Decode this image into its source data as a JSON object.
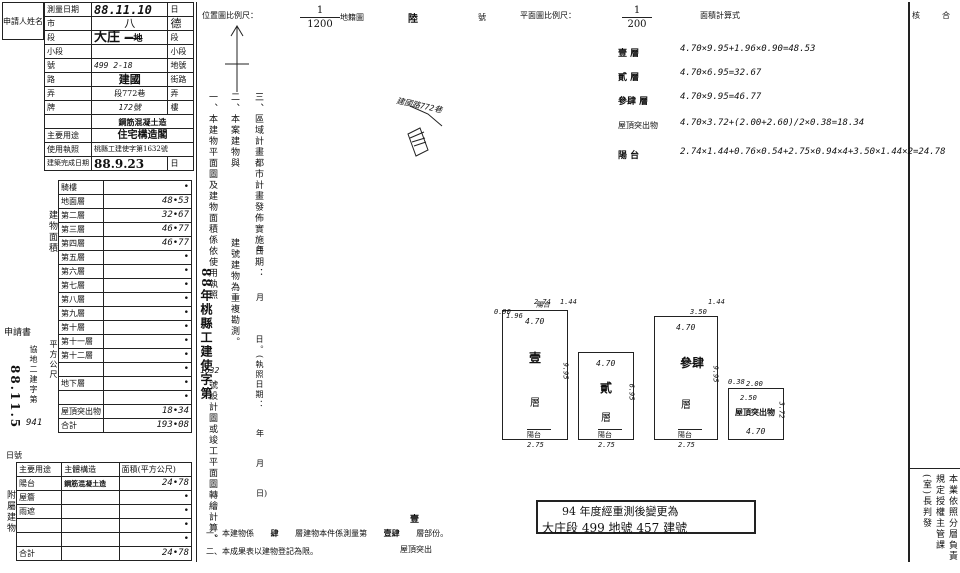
{
  "applicant": {
    "label": "申請人姓名"
  },
  "left_table": {
    "survey_date_label": "測量日期",
    "survey_date_value": "88.11.10",
    "survey_date_suffix": "日",
    "county": "市",
    "township": "八",
    "township2": "德",
    "section_label": "段",
    "section_value": "大庄",
    "section_struck": "一地",
    "section_suffix": "段",
    "subsection_label": "小段",
    "subsection_suffix": "小段",
    "lot_label": "號",
    "lot_value": "499 2-18",
    "lot_suffix": "地號",
    "road_label": "路",
    "road_value": "建國",
    "road_suffix": "街路",
    "lane_label": "弄",
    "lane_value": "段772巷",
    "lane_suffix": "弄",
    "number_label": "牌",
    "number_value": "172號",
    "number_suffix": "樓",
    "structure": "鋼筋混凝土造",
    "main_use_label": "主要用途",
    "main_use_value": "住宅構造閣",
    "license_label": "使用執照",
    "license_value": "桃縣工建使字第1632號",
    "completion_label": "建築完成日期",
    "completion_value": "88.9.23",
    "completion_suffix": "日",
    "floors": [
      {
        "name": "騎樓",
        "value": "•"
      },
      {
        "name": "地面層",
        "value": "48•53"
      },
      {
        "name": "第二層",
        "value": "32•67"
      },
      {
        "name": "第三層",
        "value": "46•77"
      },
      {
        "name": "第四層",
        "value": "46•77"
      },
      {
        "name": "第五層",
        "value": "•"
      },
      {
        "name": "第六層",
        "value": "•"
      },
      {
        "name": "第七層",
        "value": "•"
      },
      {
        "name": "第八層",
        "value": "•"
      },
      {
        "name": "第九層",
        "value": "•"
      },
      {
        "name": "第十層",
        "value": "•"
      },
      {
        "name": "第十一層",
        "value": "•"
      },
      {
        "name": "第十二層",
        "value": "•"
      },
      {
        "name": "",
        "value": "•"
      },
      {
        "name": "地下層",
        "value": "•"
      },
      {
        "name": "",
        "value": "•"
      },
      {
        "name": "屋頂突出物",
        "value": "18•34"
      },
      {
        "name": "合計",
        "value": "193•08"
      }
    ],
    "side_label_build": "建物面積",
    "side_label_app": "申請書",
    "side_label_date": "88.11.5",
    "side_label_num": "941",
    "side_label_day": "日號",
    "side_label_corr": "協地二建字第",
    "side_label_unit": "平方公尺",
    "aux_header": [
      "主要用途",
      "主體構造",
      "面積(平方公尺)"
    ],
    "aux_rows": [
      {
        "use": "陽台",
        "struct": "鋼筋混凝土造",
        "area": "24•78"
      },
      {
        "use": "屋簷",
        "struct": "",
        "area": "•"
      },
      {
        "use": "雨遮",
        "struct": "",
        "area": "•"
      },
      {
        "use": "",
        "struct": "",
        "area": "•"
      },
      {
        "use": "",
        "struct": "",
        "area": "•"
      },
      {
        "use": "合計",
        "struct": "",
        "area": "24•78"
      }
    ],
    "aux_side": "附屬建物"
  },
  "header": {
    "position_scale_label": "位置圖比例尺：",
    "position_scale_num": "1",
    "position_scale_den": "1200",
    "map_label": "地籍圖",
    "map_value": "陸",
    "map_suffix": "號",
    "plan_scale_label": "平面圖比例尺：",
    "plan_scale_num": "1",
    "plan_scale_den": "200",
    "calc_label": "面積計算式",
    "corner_left": "核",
    "corner_right": "合"
  },
  "notes": {
    "n1": "一、本建物平面圖及建物面積係依使用執照",
    "n1b": "88年桃縣工建使字第",
    "n1c": "1632",
    "n1d": "號設計圖或竣工平面圖轉繪計算。",
    "n2": "二、本案建物與",
    "n2b": "建號建物為重複勘測。",
    "n3": "三、區域計畫都市計畫發佈實施日期：",
    "n3b": "年",
    "n3c": "月",
    "n3d": "日。(執照日期：",
    "n3e": "年",
    "n3f": "月",
    "n3g": "日)"
  },
  "calcs": [
    {
      "label": "壹 層",
      "value": "4.70×9.95+1.96×0.90=48.53"
    },
    {
      "label": "貳 層",
      "value": "4.70×6.95=32.67"
    },
    {
      "label": "參肆 層",
      "value": "4.70×9.95=46.77"
    },
    {
      "label": "屋頂突出物",
      "value": "4.70×3.72+(2.00+2.60)/2×0.38=18.34"
    },
    {
      "label": "陽 台",
      "value": "2.74×1.44+0.76×0.54+2.75×0.94×4+3.50×1.44×2=24.78"
    }
  ],
  "location": {
    "label": "建國路772巷"
  },
  "plans": [
    {
      "name": "壹",
      "sub": "層",
      "w": "4.70",
      "h": "9.95",
      "b": "陽台",
      "bw": "2.75"
    },
    {
      "name": "貳",
      "sub": "層",
      "w": "4.70",
      "h": "6.95",
      "b": "陽台",
      "bw": "2.75"
    },
    {
      "name": "參肆",
      "sub": "層",
      "w": "4.70",
      "h": "9.95",
      "b": "陽台",
      "bw": "2.75"
    },
    {
      "name": "屋頂突出物",
      "sub": "",
      "w": "4.70",
      "h": "3.72"
    }
  ],
  "plan_dims": {
    "p1_top": "2.74",
    "p1_side": "1.44",
    "p1_left": "1.96",
    "p1_left2": "0.90",
    "p1_balc": "陽台",
    "p3_top": "3.50",
    "p3_side": "1.44",
    "roof_top": "2.00",
    "roof_mid": "2.50",
    "roof_side": "0.38"
  },
  "stamp": {
    "line1": "94 年度經重測後變更為",
    "line2": "大庄段 499 地號 457 建號"
  },
  "footer": {
    "f1": "一、本建物係",
    "f1b": "肆",
    "f1c": "層建物本件係測量第",
    "f1d": "壹肆",
    "f1e": "層部份。",
    "f2": "二、本成果表以建物登記為限。",
    "f2b": "屋頂突出",
    "f3": "壹"
  },
  "right_side": "本業依照分層負責規定授權主管課(室)長判發"
}
